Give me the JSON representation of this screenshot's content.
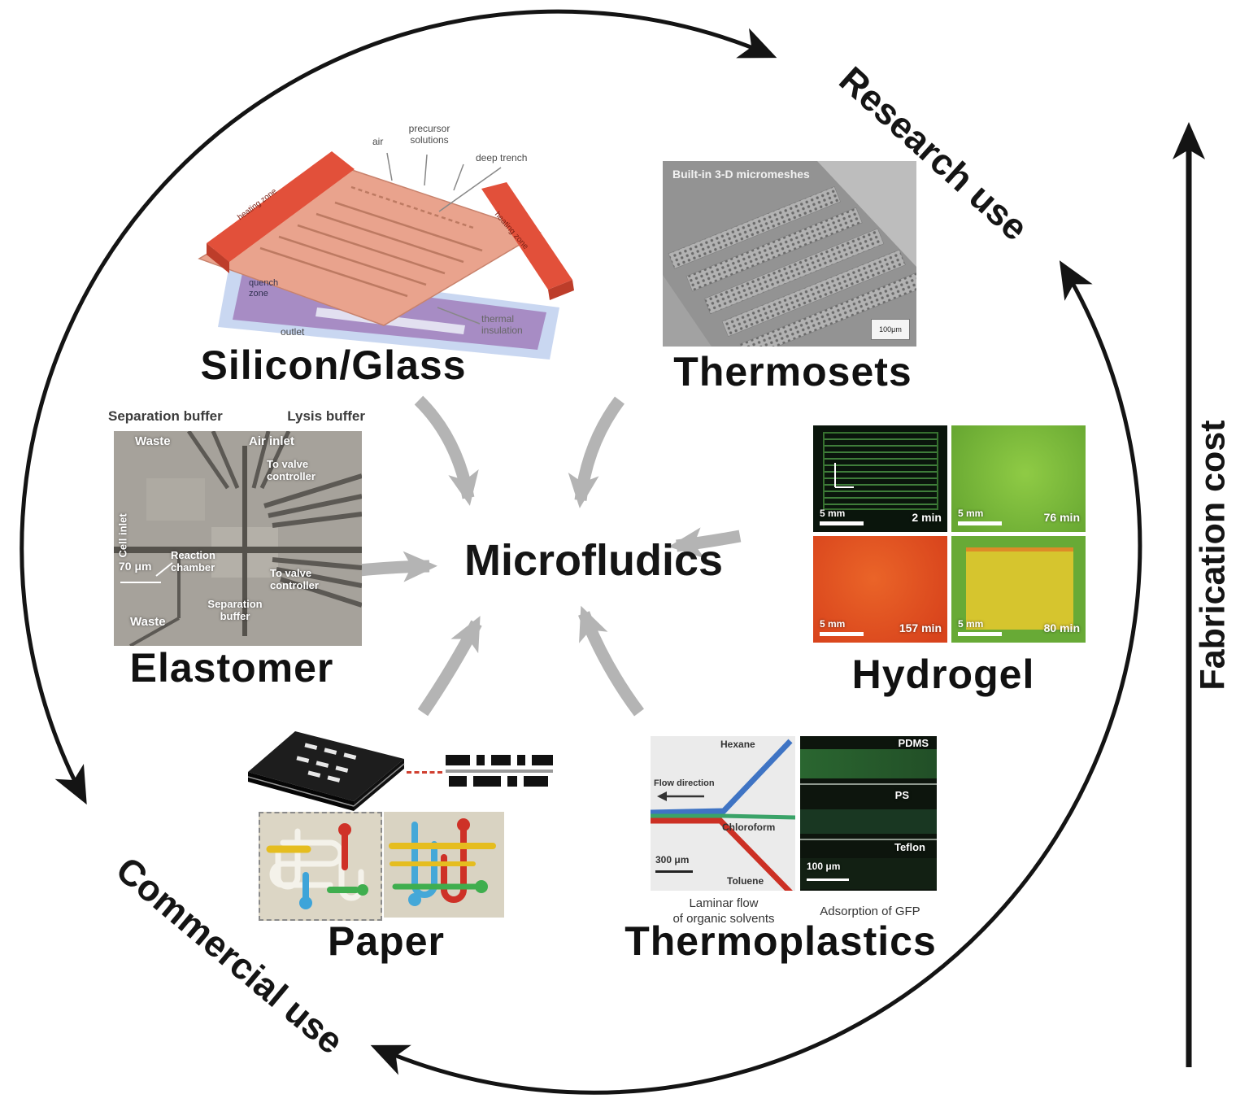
{
  "center": {
    "label": "Microfludics"
  },
  "axes": {
    "research": "Research use",
    "commercial": "Commercial use",
    "cost": "Fabrication cost"
  },
  "colors": {
    "arrow_gray": "#b4b4b4",
    "chip_salmon": "#e9a38d",
    "chip_red": "#e2503a",
    "hydrogel_green": "#7fc043",
    "hydrogel_orange": "#e05524"
  },
  "sections": {
    "silicon_glass": {
      "title": "Silicon/Glass",
      "labels": {
        "air": "air",
        "precursor_solutions": "precursor\nsolutions",
        "deep_trench": "deep trench",
        "heating_zone_left": "heating zone",
        "heating_zone_right": "heating zone",
        "quench_zone": "quench\nzone",
        "outlet": "outlet",
        "thermal_insulation": "thermal\ninsulation"
      }
    },
    "thermosets": {
      "title": "Thermosets",
      "image_caption": "Built-in 3-D micromeshes",
      "scale_bar": "100μm"
    },
    "elastomer": {
      "title": "Elastomer",
      "labels": {
        "separation_buffer_top": "Separation buffer",
        "lysis_buffer": "Lysis buffer",
        "waste_top": "Waste",
        "air_inlet": "Air inlet",
        "to_valve_controller_upper": "To valve\ncontroller",
        "cell_inlet": "Cell inlet",
        "scale_bar": "70 μm",
        "reaction_chamber": "Reaction\nchamber",
        "to_valve_controller_lower": "To valve\ncontroller",
        "separation_buffer_bottom": "Separation\nbuffer",
        "waste_bottom": "Waste"
      }
    },
    "hydrogel": {
      "title": "Hydrogel",
      "panels": [
        {
          "scale_bar": "5 mm",
          "time": "2 min"
        },
        {
          "scale_bar": "5 mm",
          "time": "76 min"
        },
        {
          "scale_bar": "5 mm",
          "time": "157 min"
        },
        {
          "scale_bar": "5 mm",
          "time": "80 min"
        }
      ]
    },
    "paper": {
      "title": "Paper"
    },
    "thermoplastics": {
      "title": "Thermoplastics",
      "left_panel": {
        "hexane": "Hexane",
        "flow_direction": "Flow direction",
        "chloroform": "Chloroform",
        "toluene": "Toluene",
        "scale_bar": "300 μm",
        "caption": "Laminar flow\nof organic solvents"
      },
      "right_panel": {
        "pdms": "PDMS",
        "ps": "PS",
        "teflon": "Teflon",
        "scale_bar": "100 μm",
        "caption": "Adsorption of GFP"
      }
    }
  }
}
